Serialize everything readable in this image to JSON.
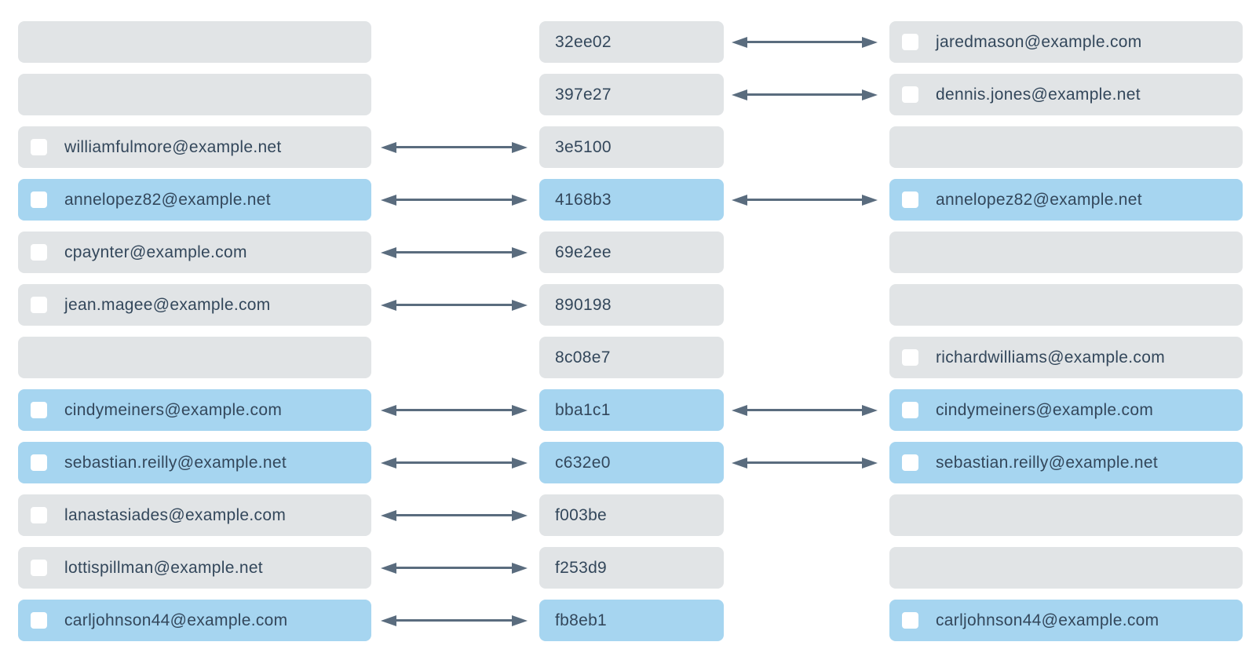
{
  "colors": {
    "box_gray": "#e1e4e6",
    "box_blue": "#a6d5f0",
    "text": "#33475b",
    "arrow": "#5a6c7e",
    "checkbox_bg": "#ffffff"
  },
  "icons": {
    "checkbox": "unchecked-checkbox-icon",
    "arrow": "bidirectional-sync-arrow-icon"
  },
  "rows": [
    {
      "left": null,
      "hash": "32ee02",
      "right": "jaredmason@example.com",
      "highlighted": false,
      "arrow_left": false,
      "arrow_right": true
    },
    {
      "left": null,
      "hash": "397e27",
      "right": "dennis.jones@example.net",
      "highlighted": false,
      "arrow_left": false,
      "arrow_right": true
    },
    {
      "left": "williamfulmore@example.net",
      "hash": "3e5100",
      "right": null,
      "highlighted": false,
      "arrow_left": true,
      "arrow_right": false
    },
    {
      "left": "annelopez82@example.net",
      "hash": "4168b3",
      "right": "annelopez82@example.net",
      "highlighted": true,
      "arrow_left": true,
      "arrow_right": true
    },
    {
      "left": "cpaynter@example.com",
      "hash": "69e2ee",
      "right": null,
      "highlighted": false,
      "arrow_left": true,
      "arrow_right": false
    },
    {
      "left": "jean.magee@example.com",
      "hash": "890198",
      "right": null,
      "highlighted": false,
      "arrow_left": true,
      "arrow_right": false
    },
    {
      "left": null,
      "hash": "8c08e7",
      "right": "richardwilliams@example.com",
      "highlighted": false,
      "arrow_left": false,
      "arrow_right": false
    },
    {
      "left": "cindymeiners@example.com",
      "hash": "bba1c1",
      "right": "cindymeiners@example.com",
      "highlighted": true,
      "arrow_left": true,
      "arrow_right": true
    },
    {
      "left": "sebastian.reilly@example.net",
      "hash": "c632e0",
      "right": "sebastian.reilly@example.net",
      "highlighted": true,
      "arrow_left": true,
      "arrow_right": true
    },
    {
      "left": "lanastasiades@example.com",
      "hash": "f003be",
      "right": null,
      "highlighted": false,
      "arrow_left": true,
      "arrow_right": false
    },
    {
      "left": "lottispillman@example.net",
      "hash": "f253d9",
      "right": null,
      "highlighted": false,
      "arrow_left": true,
      "arrow_right": false
    },
    {
      "left": "carljohnson44@example.com",
      "hash": "fb8eb1",
      "right": "carljohnson44@example.com",
      "highlighted": true,
      "arrow_left": true,
      "arrow_right": false
    }
  ]
}
